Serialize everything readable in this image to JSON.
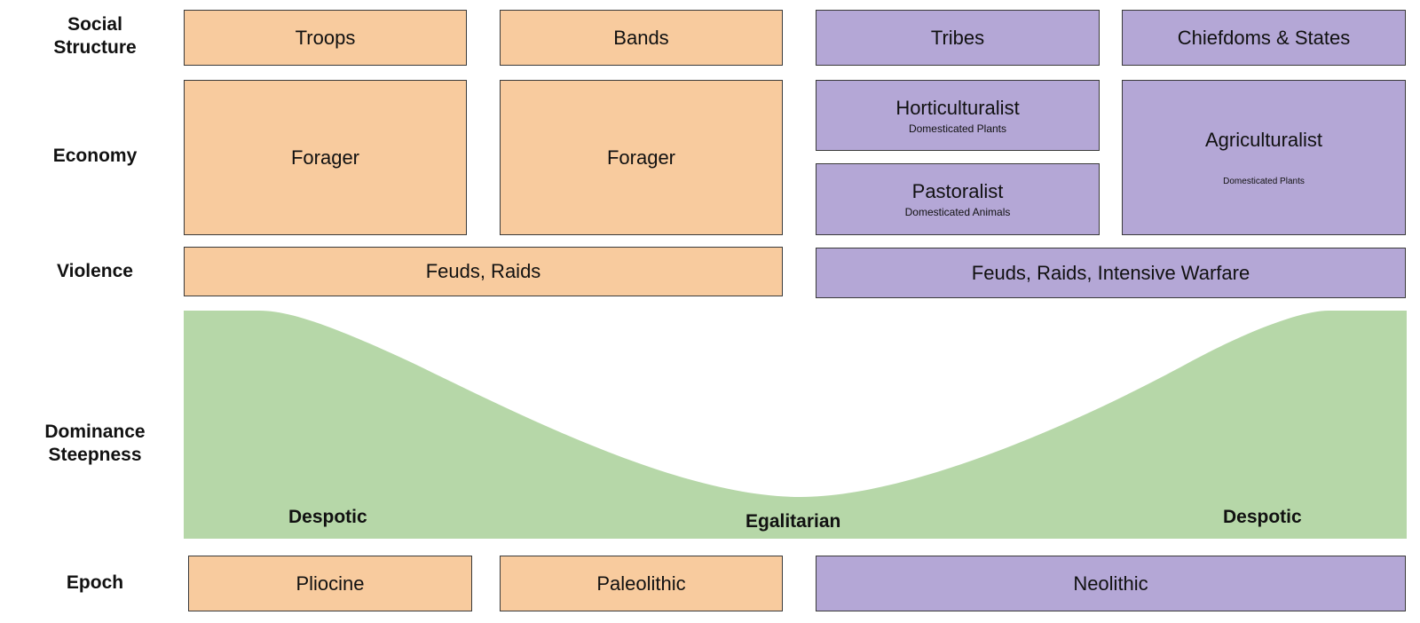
{
  "row_labels": {
    "social_structure": "Social\nStructure",
    "economy": "Economy",
    "violence": "Violence",
    "dominance": "Dominance\nSteepness",
    "epoch": "Epoch"
  },
  "colors": {
    "pre_agricultural": "#f8cb9e",
    "agricultural": "#b4a7d6",
    "dominance_fill": "#b6d7a8"
  },
  "social_structure": [
    "Troops",
    "Bands",
    "Tribes",
    "Chiefdoms & States"
  ],
  "economy": [
    {
      "title": "Forager",
      "subtitle": ""
    },
    {
      "title": "Forager",
      "subtitle": ""
    },
    {
      "title": "Horticulturalist",
      "subtitle": "Domesticated Plants"
    },
    {
      "title": "Pastoralist",
      "subtitle": "Domesticated Animals"
    },
    {
      "title": "Agriculturalist",
      "subtitle": "Domesticated Plants"
    }
  ],
  "violence": [
    "Feuds, Raids",
    "Feuds, Raids, Intensive Warfare"
  ],
  "dominance": {
    "labels": [
      "Despotic",
      "Egalitarian",
      "Despotic"
    ],
    "curve_shape": "high-low-high (despotic → egalitarian → despotic)"
  },
  "epoch": [
    "Pliocine",
    "Paleolithic",
    "Neolithic"
  ]
}
